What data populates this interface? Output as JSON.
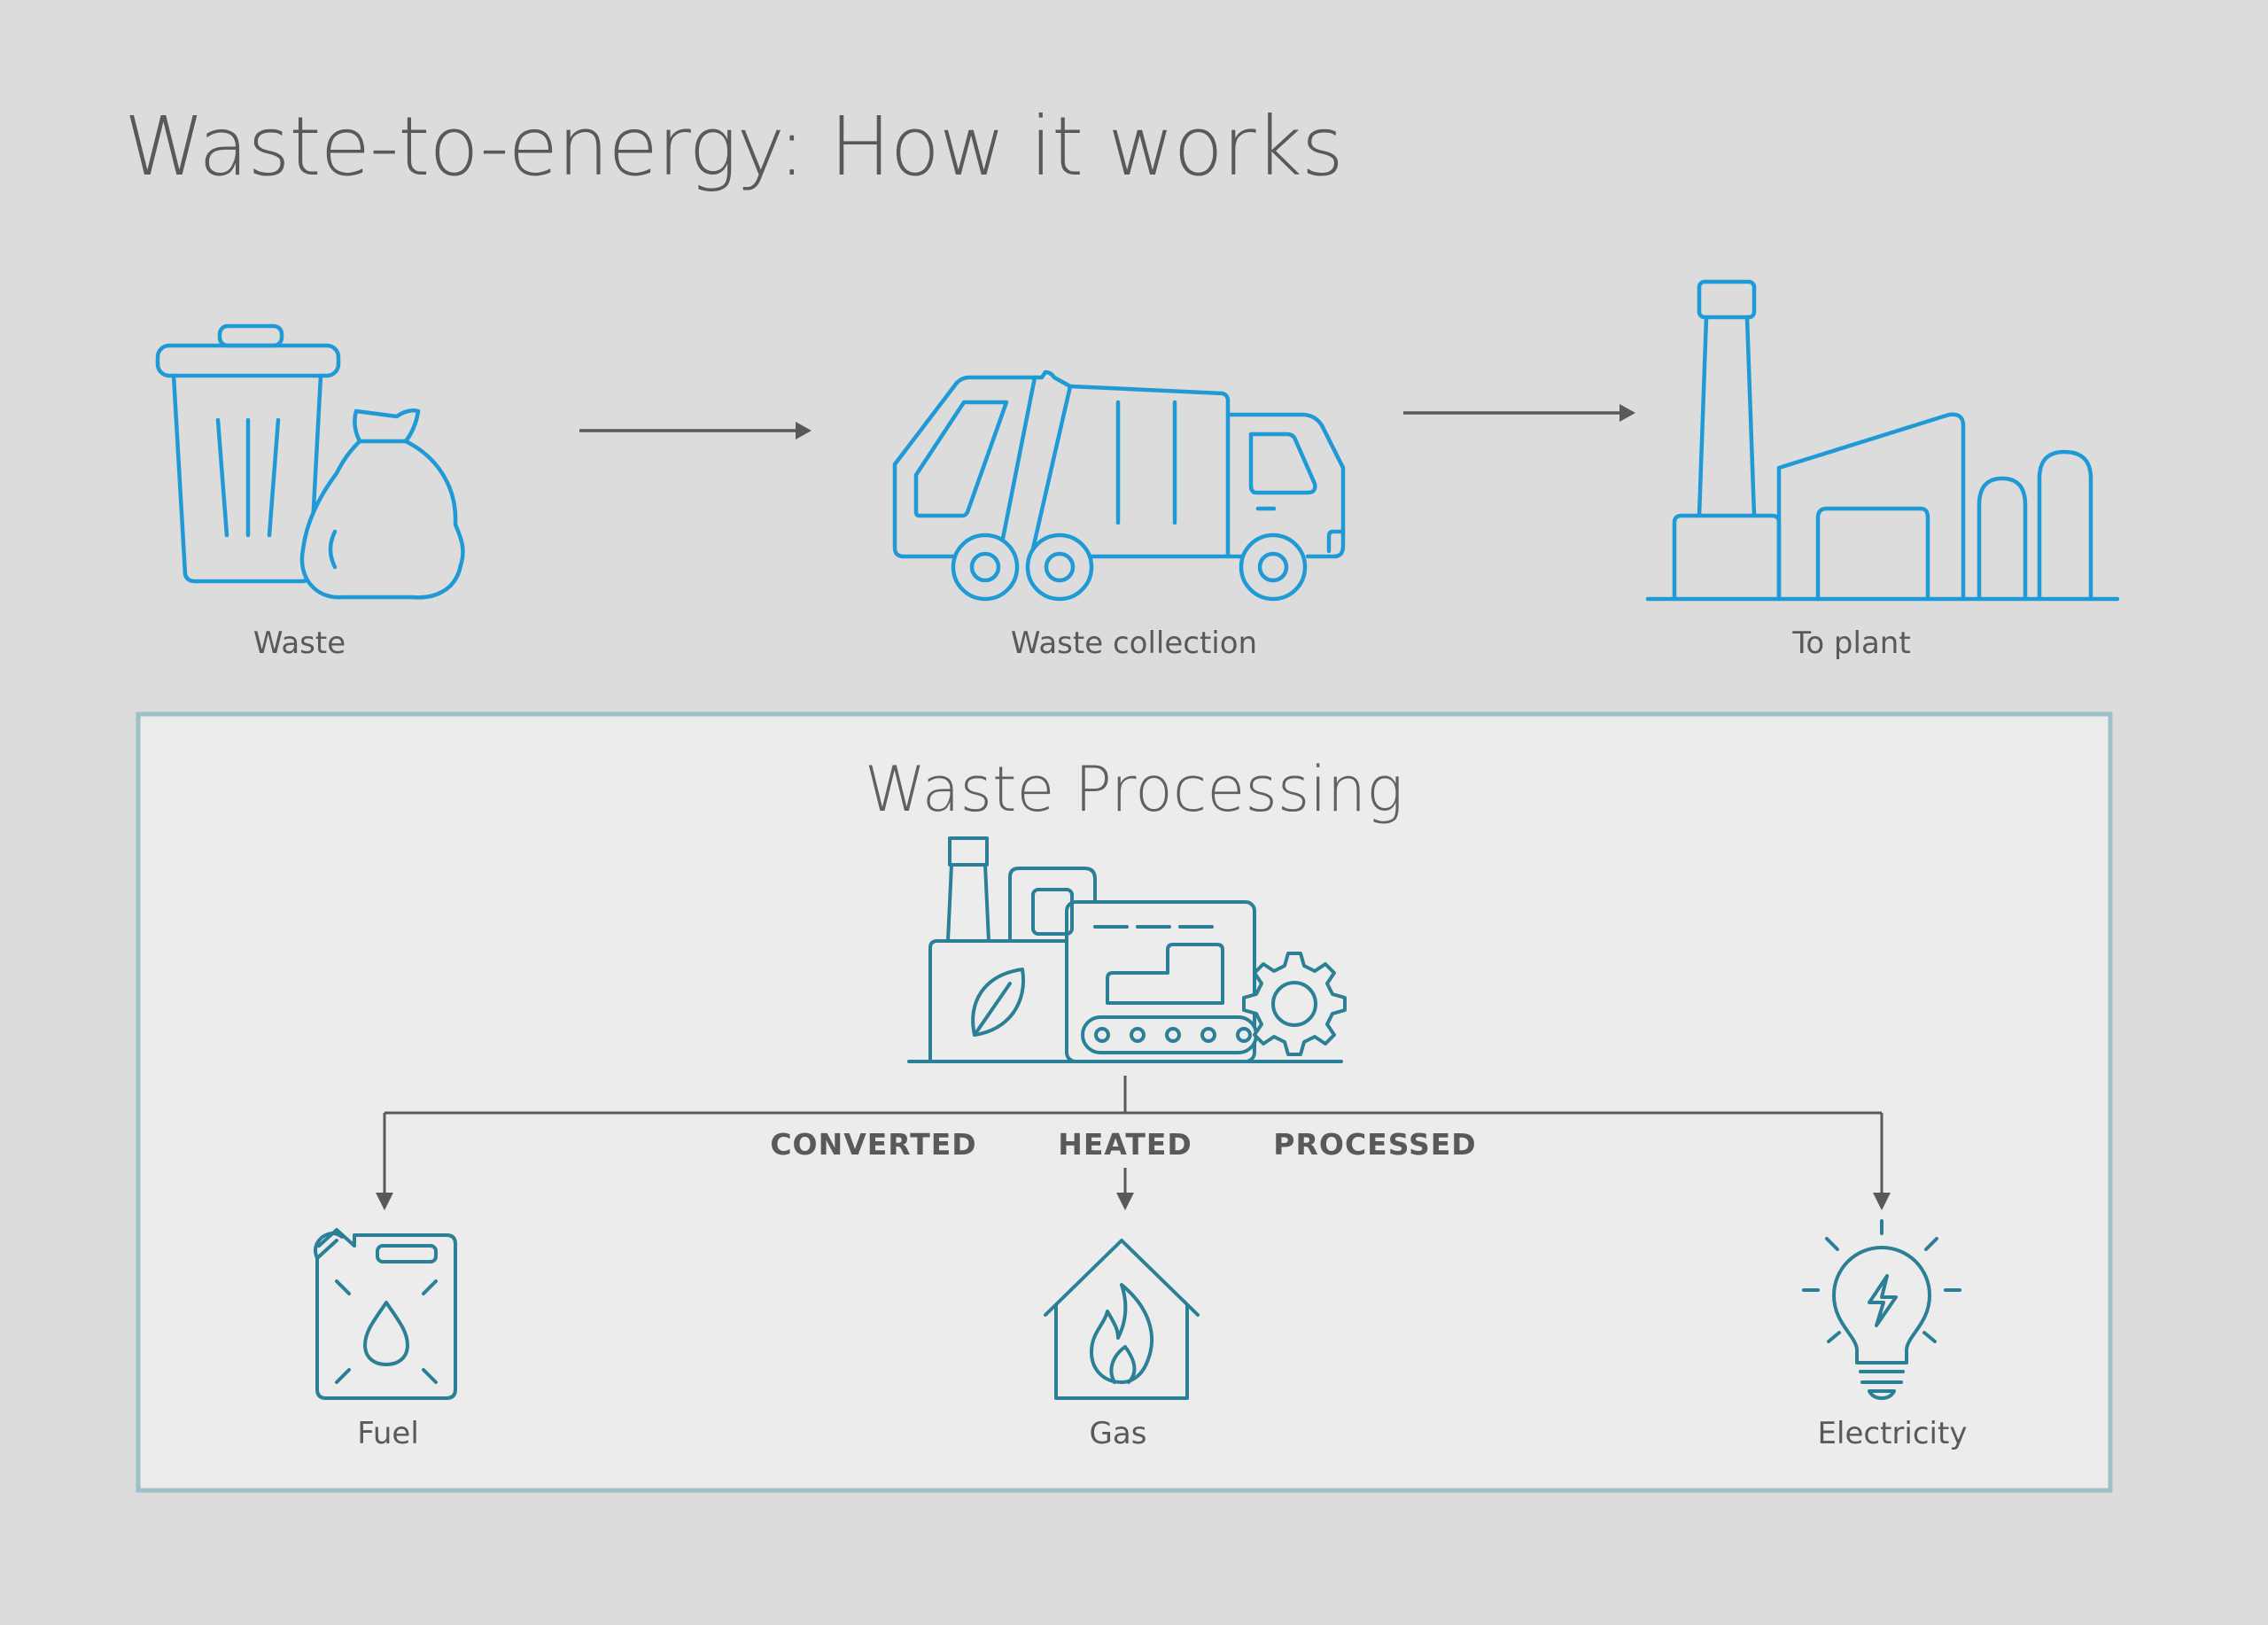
{
  "title": "Waste-to-energy: How it works",
  "stages": {
    "waste": "Waste",
    "collection": "Waste collection",
    "plant": "To plant"
  },
  "processing": {
    "title": "Waste Processing",
    "steps": {
      "converted": "CONVERTED",
      "heated": "HEATED",
      "processed": "PROCESSED"
    },
    "outputs": {
      "fuel": "Fuel",
      "gas": "Gas",
      "electricity": "Electricity"
    }
  },
  "colors": {
    "background": "#dcdcdc",
    "panel": "#ececec",
    "panel_border": "#9ec0c8",
    "top_icons": "#1f9ad6",
    "bottom_icons": "#2b7f96",
    "arrows": "#58595b",
    "text": "#58595b"
  },
  "icons": [
    "trash-can-icon",
    "garbage-bag-icon",
    "garbage-truck-icon",
    "power-plant-icon",
    "processing-facility-icon",
    "fuel-canister-icon",
    "gas-house-icon",
    "lightbulb-icon"
  ]
}
